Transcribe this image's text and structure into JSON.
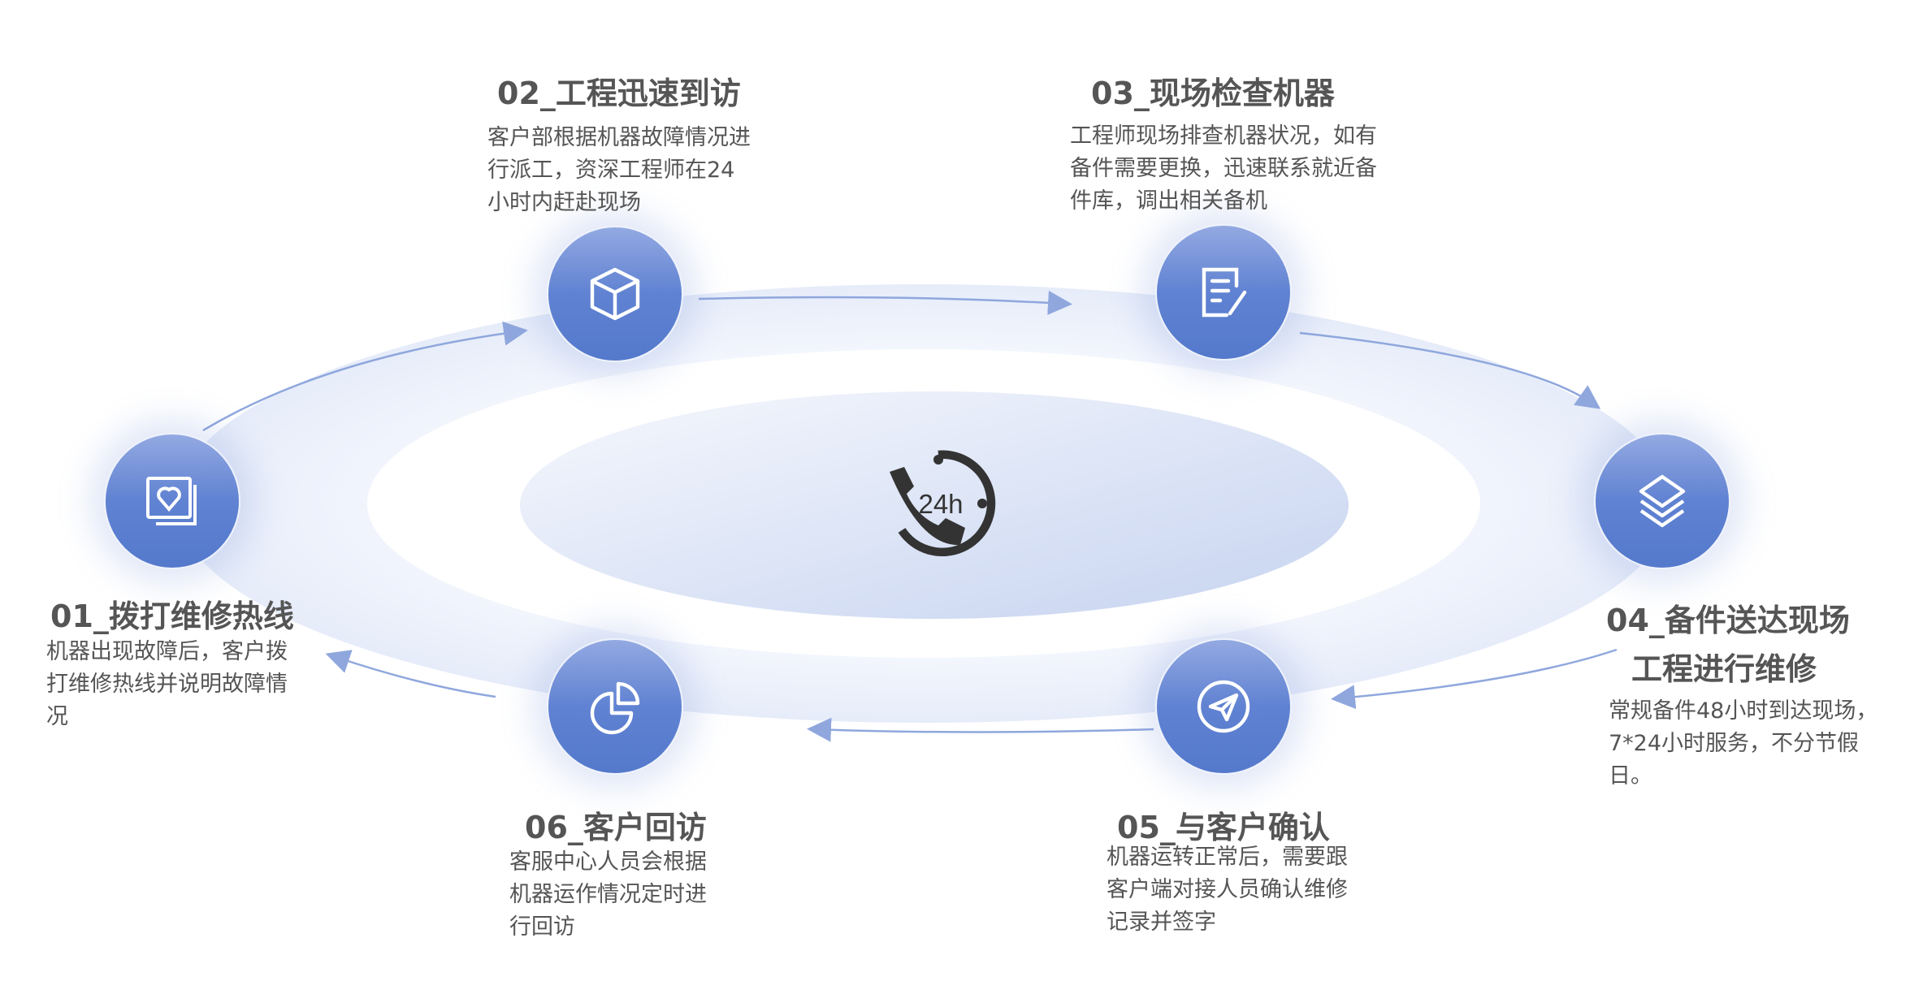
{
  "center": {
    "icon": "24h-phone-icon",
    "label": "24h"
  },
  "colors": {
    "accent": "#5479cc",
    "arrow": "#8fa7dd",
    "text": "#555555"
  },
  "steps": [
    {
      "title": "01_拨打维修热线",
      "icon": "photo-heart-icon",
      "lines": [
        "机器出现故障后，客户拨",
        "打维修热线并说明故障情",
        "况"
      ]
    },
    {
      "title": "02_工程迅速到访",
      "icon": "cube-icon",
      "lines": [
        "客户部根据机器故障情况进",
        "行派工，资深工程师在24",
        "小时内赶赴现场"
      ]
    },
    {
      "title": "03_现场检查机器",
      "icon": "document-edit-icon",
      "lines": [
        "工程师现场排查机器状况，如有",
        "备件需要更换，迅速联系就近备",
        "件库，调出相关备机"
      ]
    },
    {
      "title": "04_备件送达现场",
      "title2": "工程进行维修",
      "icon": "layers-icon",
      "lines": [
        "常规备件48小时到达现场，",
        "7*24小时服务，不分节假",
        "日。"
      ]
    },
    {
      "title": "05_与客户确认",
      "icon": "paper-plane-icon",
      "lines": [
        "机器运转正常后，需要跟",
        "客户端对接人员确认维修",
        "记录并签字"
      ]
    },
    {
      "title": "06_客户回访",
      "icon": "pie-chart-icon",
      "lines": [
        "客服中心人员会根据",
        "机器运作情况定时进",
        "行回访"
      ]
    }
  ]
}
